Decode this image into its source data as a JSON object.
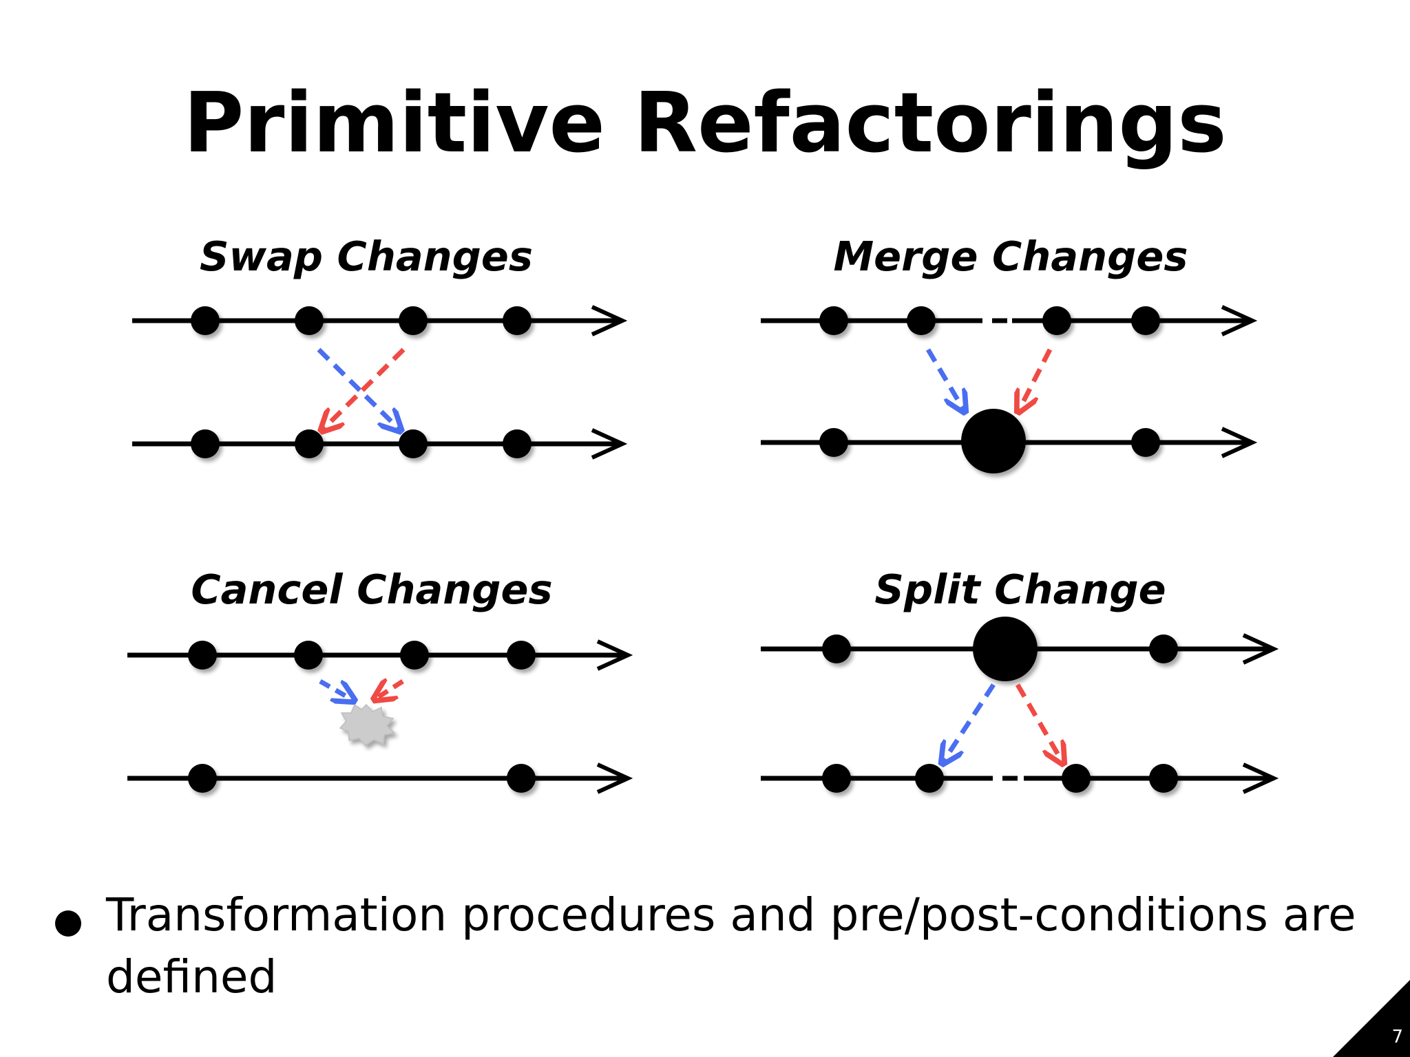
{
  "slide": {
    "title": "Primitive Refactorings",
    "page_number": "7"
  },
  "panels": {
    "swap": {
      "title": "Swap Changes"
    },
    "merge": {
      "title": "Merge Changes"
    },
    "cancel": {
      "title": "Cancel Changes"
    },
    "split": {
      "title": "Split Change"
    }
  },
  "bullet": {
    "text": "Transformation procedures and pre/post-conditions are defined"
  },
  "colors": {
    "blue_arrow": "#4a6ef0",
    "red_arrow": "#f04a44",
    "burst": "#cccccc",
    "timeline": "#000000"
  }
}
